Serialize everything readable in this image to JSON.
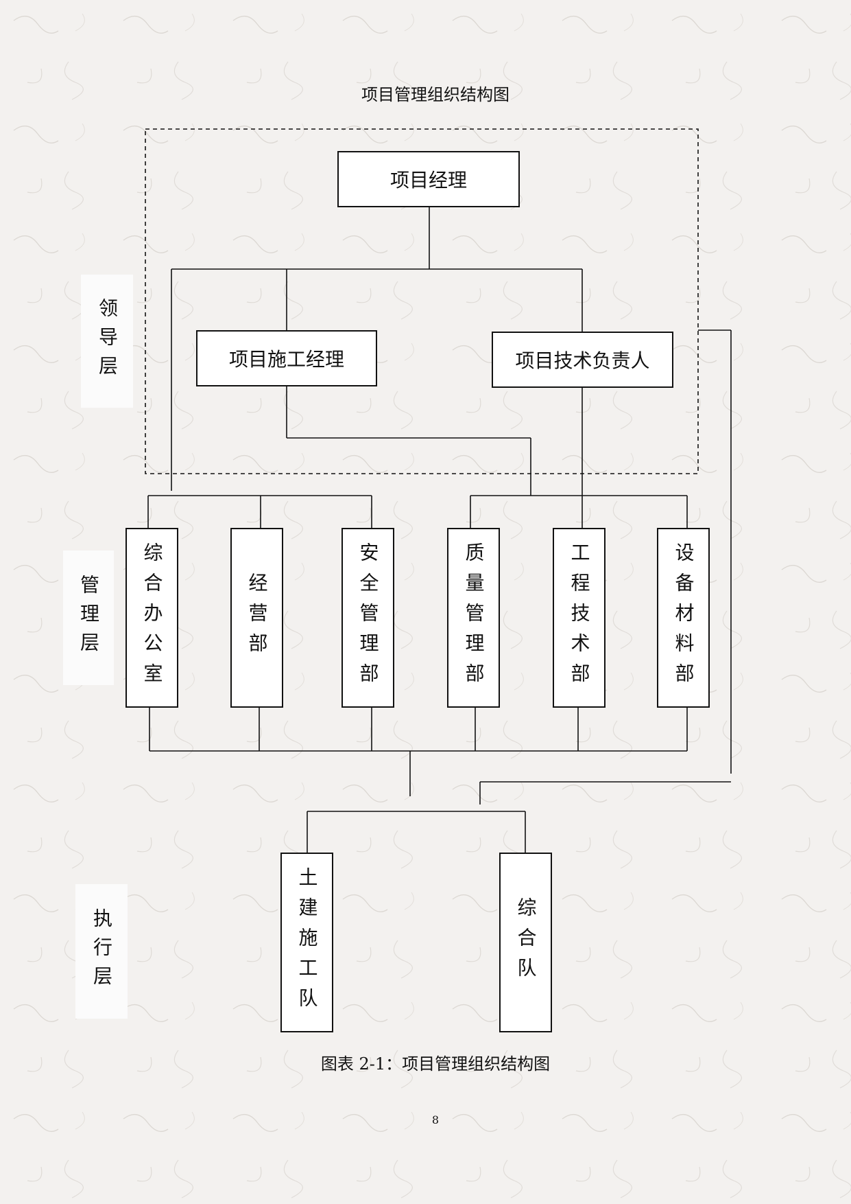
{
  "page": {
    "title": "项目管理组织结构图",
    "caption": "图表 2-1：项目管理组织结构图",
    "page_number": "8"
  },
  "layers": {
    "leadership": "领导层",
    "management": "管理层",
    "execution": "执行层"
  },
  "nodes": {
    "project_manager": "项目经理",
    "construction_manager": "项目施工经理",
    "technical_lead": "项目技术负责人",
    "general_office": "综合办公室",
    "business_dept": "经营部",
    "safety_dept": "安全管理部",
    "quality_dept": "质量管理部",
    "engineering_dept": "工程技术部",
    "equipment_dept": "设备材料部",
    "civil_team": "土建施工队",
    "general_team": "综合队"
  },
  "colors": {
    "background": "#f3f1ef",
    "line": "#111111",
    "box_fill": "#ffffff"
  }
}
